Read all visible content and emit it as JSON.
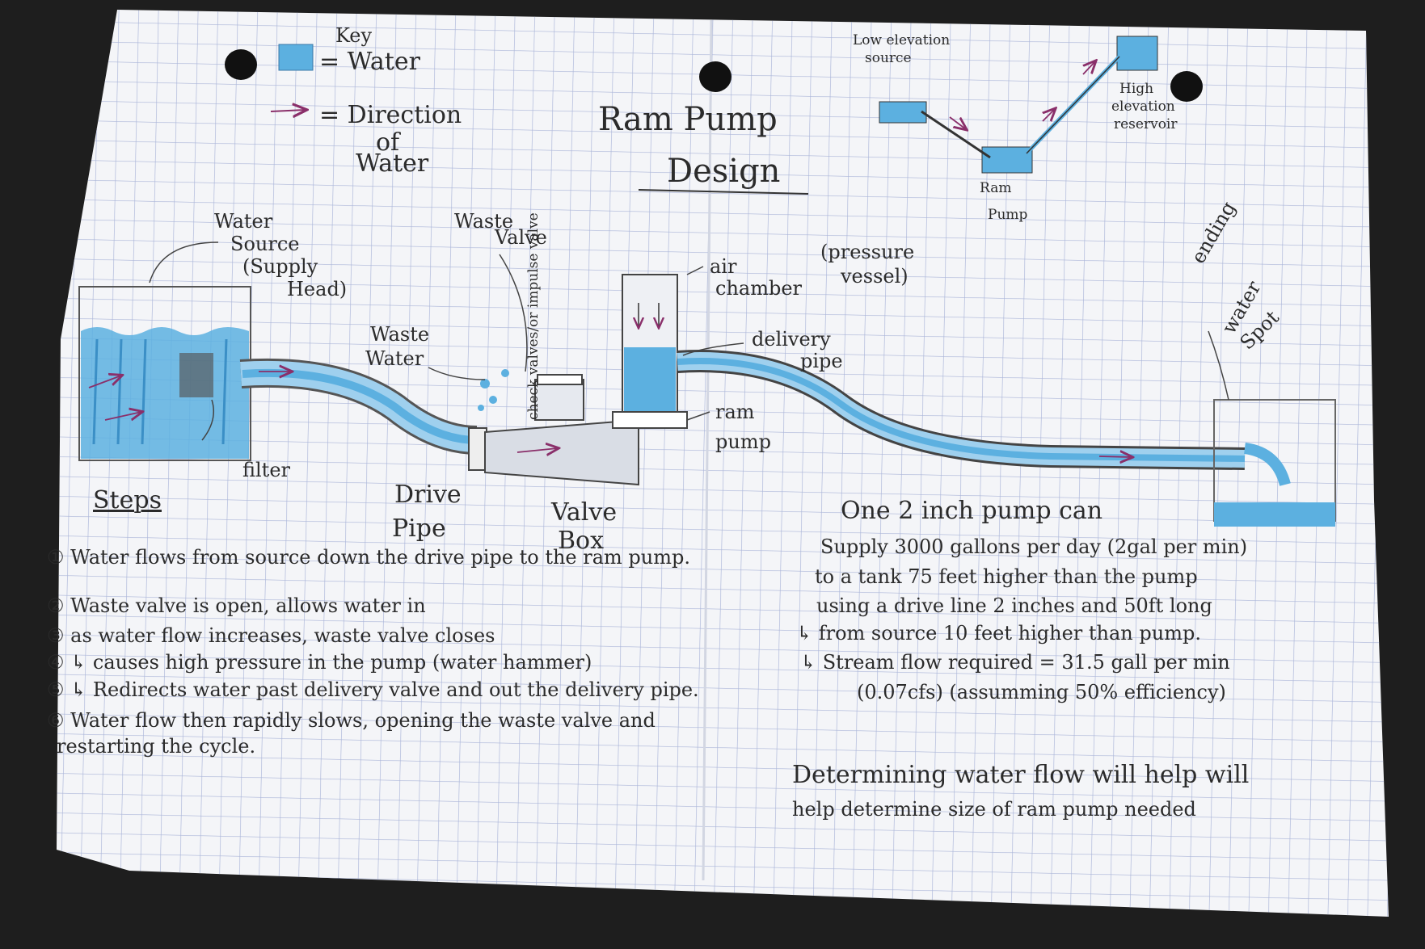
{
  "colors": {
    "background": "#1e1e1e",
    "paper": "#f4f5f8",
    "grid": "#a9b4d8",
    "water": "#5cb0e0",
    "ink": "#2b2b2b",
    "arrow": "#8a2f6a"
  },
  "title": {
    "line1": "Ram Pump",
    "line2": "Design"
  },
  "key": {
    "heading": "Key",
    "water": "= Water",
    "direction_1": "= Direction",
    "direction_2": "of",
    "direction_3": "Water"
  },
  "mini_diagram": {
    "low_source_1": "Low elevation",
    "low_source_2": "source",
    "high_reservoir_1": "High",
    "high_reservoir_2": "elevation",
    "high_reservoir_3": "reservoir",
    "ram_pump_1": "Ram",
    "ram_pump_2": "Pump"
  },
  "labels": {
    "water_source_1": "Water",
    "water_source_2": "Source",
    "water_source_3": "(Supply",
    "water_source_4": "Head)",
    "filter": "filter",
    "waste_valve_1": "Waste",
    "waste_valve_2": "Valve",
    "waste_water_1": "Waste",
    "waste_water_2": "Water",
    "check_valve": "check valves/or impulse valve",
    "air_chamber_1": "air",
    "air_chamber_2": "chamber",
    "pressure_vessel_1": "(pressure",
    "pressure_vessel_2": "vessel)",
    "delivery_pipe_1": "delivery",
    "delivery_pipe_2": "pipe",
    "ram_pump_1": "ram",
    "ram_pump_2": "pump",
    "drive_pipe_1": "Drive",
    "drive_pipe_2": "Pipe",
    "valve_box_1": "Valve",
    "valve_box_2": "Box",
    "ending_spot_1": "ending",
    "ending_spot_2": "water",
    "ending_spot_3": "Spot"
  },
  "steps": {
    "heading": "Steps",
    "items": [
      "① Water flows from source down the drive pipe to the ram pump.",
      "② Waste valve is open, allows water in",
      "③ as water flow increases, waste valve closes",
      "④ ↳ causes high pressure in the pump (water hammer)",
      "⑤ ↳ Redirects water past delivery valve and out the delivery pipe.",
      "⑥ Water flow then rapidly slows, opening the waste valve and",
      "restarting the cycle."
    ]
  },
  "notes": {
    "lines": [
      "One 2 inch pump can",
      "Supply 3000 gallons per day (2gal per min)",
      "to a tank 75 feet higher than the pump",
      "using a drive line 2 inches and 50ft long",
      "↳ from source 10 feet higher than pump.",
      "↳ Stream flow required = 31.5 gall per min",
      "(0.07cfs) (assumming 50% efficiency)"
    ],
    "conclusion_1": "Determining water flow will help will",
    "conclusion_2": "help determine size of ram pump needed"
  }
}
